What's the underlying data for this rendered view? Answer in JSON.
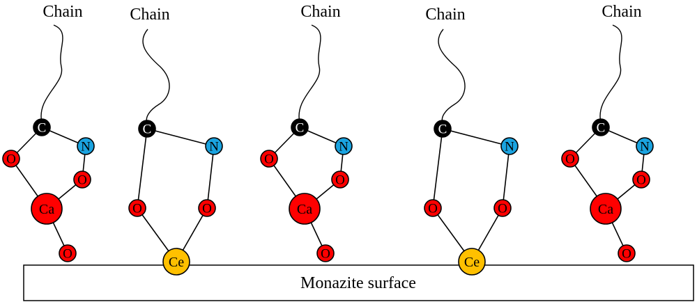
{
  "chain_label": "Chain",
  "surface_label": "Monazite surface",
  "colors": {
    "C": "#000000",
    "N": "#1aa3e0",
    "O": "#ff0000",
    "Ca": "#ff0000",
    "Ce": "#ffc000",
    "label_on_dark": "#ffffff",
    "label_on_light": "#000000"
  },
  "units": [
    {
      "type": "calcium",
      "atoms": {
        "c": "C",
        "n": "N",
        "o1": "O",
        "o2": "O",
        "metal": "Ca",
        "o3": "O"
      }
    },
    {
      "type": "cerium",
      "atoms": {
        "c": "C",
        "n": "N",
        "o1": "O",
        "o2": "O",
        "metal": "Ce"
      }
    },
    {
      "type": "calcium",
      "atoms": {
        "c": "C",
        "n": "N",
        "o1": "O",
        "o2": "O",
        "metal": "Ca",
        "o3": "O"
      }
    },
    {
      "type": "cerium",
      "atoms": {
        "c": "C",
        "n": "N",
        "o1": "O",
        "o2": "O",
        "metal": "Ce"
      }
    },
    {
      "type": "calcium",
      "atoms": {
        "c": "C",
        "n": "N",
        "o1": "O",
        "o2": "O",
        "metal": "Ca",
        "o3": "O"
      }
    }
  ]
}
